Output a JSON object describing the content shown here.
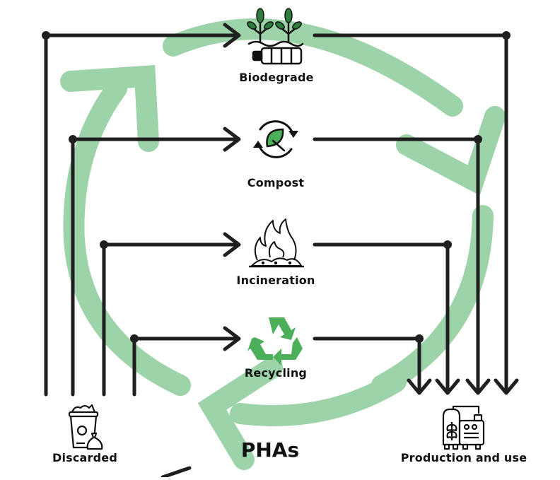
{
  "diagram": {
    "center_title": "PHAs",
    "colors": {
      "cycle_green": "#9dd3a8",
      "line_dark": "#1f1f1f",
      "icon_green": "#4caf5a",
      "leaf_dark_green": "#2e7d3e"
    },
    "source": {
      "label": "Discarded",
      "icon": "trash-bin-icon"
    },
    "sink": {
      "label": "Production and use",
      "icon": "factory-icon"
    },
    "pathways": [
      {
        "label": "Biodegrade",
        "icon": "plant-bottle-icon"
      },
      {
        "label": "Compost",
        "icon": "compost-cycle-icon"
      },
      {
        "label": "Incineration",
        "icon": "fire-icon"
      },
      {
        "label": "Recycling",
        "icon": "recycle-icon"
      }
    ],
    "edges": [
      {
        "from": "Discarded",
        "to": "Biodegrade"
      },
      {
        "from": "Discarded",
        "to": "Compost"
      },
      {
        "from": "Discarded",
        "to": "Incineration"
      },
      {
        "from": "Discarded",
        "to": "Recycling"
      },
      {
        "from": "Biodegrade",
        "to": "Production and use"
      },
      {
        "from": "Compost",
        "to": "Production and use"
      },
      {
        "from": "Incineration",
        "to": "Production and use"
      },
      {
        "from": "Recycling",
        "to": "Production and use"
      }
    ]
  }
}
